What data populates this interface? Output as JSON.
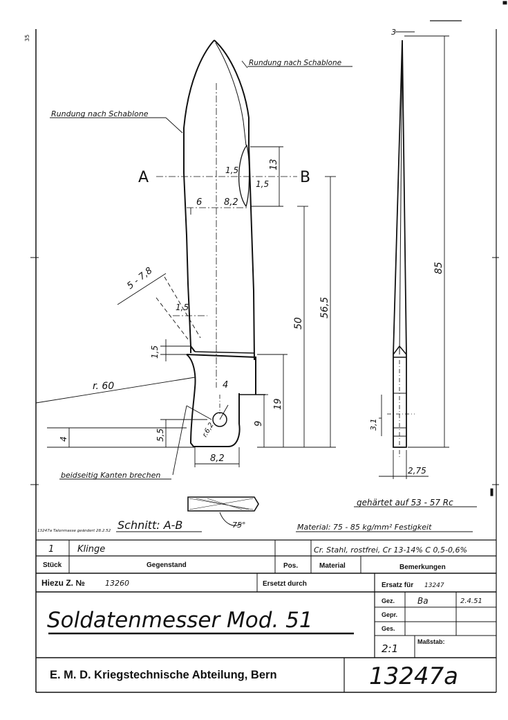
{
  "drawing": {
    "top_mark": "3",
    "side_mark": "35",
    "notes": {
      "rounding_tip": "Rundung nach Schablone",
      "rounding_back": "Rundung nach Schablone",
      "edges": "beidseitig Kanten brechen",
      "section_title": "Schnitt: A-B",
      "hardened": "gehärtet auf 53 - 57 Rc",
      "material_line": "Material: 75 - 85 kg/mm² Festigkeit",
      "revision_note": "13247a Talonmasse geändert 28.2.52",
      "section_angle": "75°"
    },
    "section_labels": {
      "a": "A",
      "b": "B"
    },
    "dimensions": {
      "d_1_5_a": "1,5",
      "d_1_5_b": "1,5",
      "d_13": "13",
      "d_6": "6",
      "d_8_2_top": "8,2",
      "d_85": "85",
      "d_56_5": "56,5",
      "d_50": "50",
      "d_5_7_8": "5 - 7,8",
      "d_1_5_c": "1,5",
      "d_1_5_d": "1,5",
      "d_r60": "r. 60",
      "d_4_top": "4",
      "d_19": "19",
      "d_9": "9",
      "d_5_5": "5,5",
      "d_4_left": "4",
      "d_r6_2": "r.6,2",
      "d_8_2_bottom": "8,2",
      "d_3_1": "3,1",
      "d_3": "3",
      "d_2_75": "2,75"
    }
  },
  "title_block": {
    "row1": {
      "qty": "1",
      "item": "Klinge",
      "material": "Cr. Stahl, rostfrei, Cr 13-14% C 0,5-0,6%"
    },
    "headers": {
      "qty": "Stück",
      "item": "Gegenstand",
      "pos": "Pos.",
      "material": "Material",
      "remarks": "Bemerkungen"
    },
    "hiezu_label": "Hiezu Z. №",
    "hiezu_value": "13260",
    "replaced_by": "Ersetzt durch",
    "replacement_for_label": "Ersatz für",
    "replacement_for_value": "13247",
    "title": "Soldatenmesser Mod. 51",
    "signatures": [
      {
        "label": "Gez.",
        "name": "Ba",
        "date": "2.4.51"
      },
      {
        "label": "Gepr.",
        "name": "",
        "date": ""
      },
      {
        "label": "Ges.",
        "name": "",
        "date": ""
      }
    ],
    "scale_label": "Maßstab:",
    "scale_value": "2:1",
    "office": "E. M. D. Kriegstechnische Abteilung, Bern",
    "drawing_number": "13247a"
  }
}
